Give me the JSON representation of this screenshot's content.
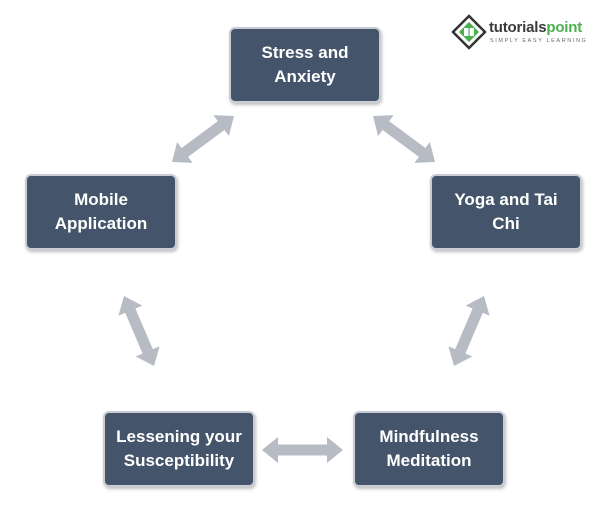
{
  "colors": {
    "box_fill": "#44546a",
    "box_border": "#c9cdd3",
    "arrow": "#b7bcc4",
    "logo_green": "#4caf50"
  },
  "logo": {
    "name_primary": "tutorials",
    "name_accent": "point",
    "tagline": "SIMPLY EASY LEARNING",
    "icon": "tutorialspoint-logo-icon"
  },
  "nodes": [
    {
      "id": "stress",
      "label": "Stress and Anxiety"
    },
    {
      "id": "yoga",
      "label": "Yoga and Tai Chi"
    },
    {
      "id": "mindfulness",
      "label": "Mindfulness Meditation"
    },
    {
      "id": "lessening",
      "label": "Lessening your Susceptibility"
    },
    {
      "id": "mobile",
      "label": "Mobile Application"
    }
  ],
  "edges": [
    {
      "from": "mobile",
      "to": "stress",
      "direction": "both"
    },
    {
      "from": "stress",
      "to": "yoga",
      "direction": "both"
    },
    {
      "from": "yoga",
      "to": "mindfulness",
      "direction": "both"
    },
    {
      "from": "lessening",
      "to": "mindfulness",
      "direction": "both"
    },
    {
      "from": "mobile",
      "to": "lessening",
      "direction": "both"
    }
  ]
}
